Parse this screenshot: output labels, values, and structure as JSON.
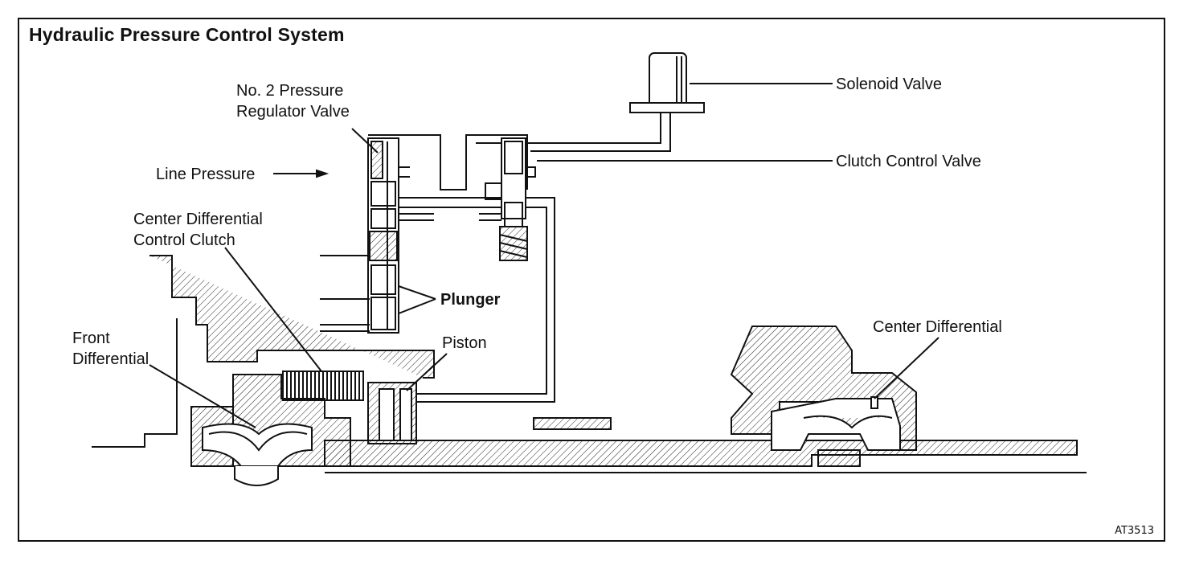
{
  "title": "Hydraulic Pressure Control System",
  "figure_id": "AT3513",
  "labels": {
    "no2_pressure_regulator_valve_line1": "No. 2 Pressure",
    "no2_pressure_regulator_valve_line2": "Regulator Valve",
    "solenoid_valve": "Solenoid Valve",
    "clutch_control_valve": "Clutch Control Valve",
    "line_pressure": "Line Pressure",
    "center_differential_control_clutch_line1": "Center Differential",
    "center_differential_control_clutch_line2": "Control Clutch",
    "plunger": "Plunger",
    "piston": "Piston",
    "front_differential_line1": "Front",
    "front_differential_line2": "Differential",
    "center_differential": "Center Differential"
  }
}
